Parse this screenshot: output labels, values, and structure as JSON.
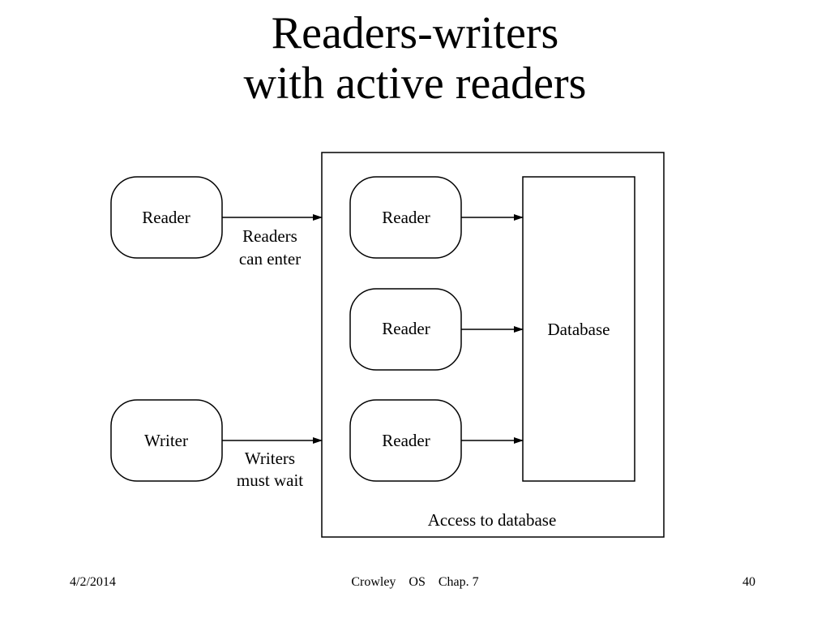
{
  "slide": {
    "title_line1": "Readers-writers",
    "title_line2": "with active readers"
  },
  "diagram": {
    "waiting_reader": "Reader",
    "waiting_writer": "Writer",
    "reader_note_line1": "Readers",
    "reader_note_line2": "can enter",
    "writer_note_line1": "Writers",
    "writer_note_line2": "must wait",
    "active_readers": [
      "Reader",
      "Reader",
      "Reader"
    ],
    "database": "Database",
    "region_label": "Access to database"
  },
  "footer": {
    "date": "4/2/2014",
    "center": "Crowley    OS    Chap. 7",
    "page": "40"
  }
}
